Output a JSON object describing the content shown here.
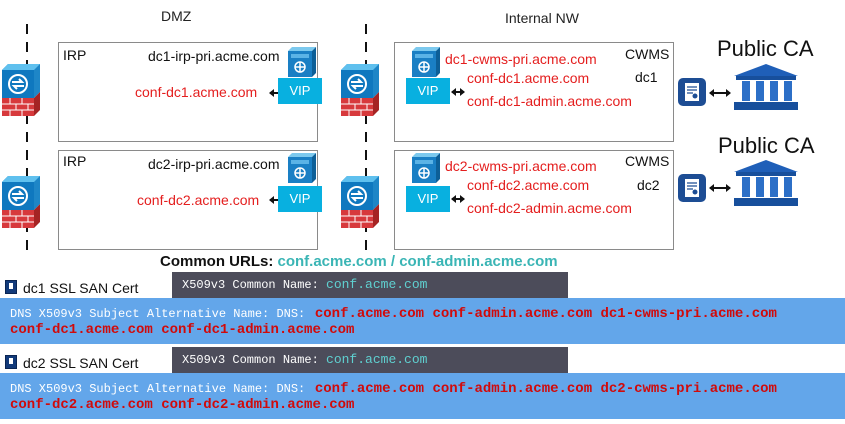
{
  "zones": {
    "dmz": "DMZ",
    "internal": "Internal NW"
  },
  "dc1": {
    "irp_label": "IRP",
    "irp_host": "dc1-irp-pri.acme.com",
    "irp_conf": "conf-dc1.acme.com",
    "irp_vip": "VIP",
    "cwms_label": "CWMS",
    "dc_label": "dc1",
    "cwms_host": "dc1-cwms-pri.acme.com",
    "cwms_conf": "conf-dc1.acme.com",
    "cwms_admin": "conf-dc1-admin.acme.com",
    "cwms_vip": "VIP",
    "ca": "Public CA"
  },
  "dc2": {
    "irp_label": "IRP",
    "irp_host": "dc2-irp-pri.acme.com",
    "irp_conf": "conf-dc2.acme.com",
    "irp_vip": "VIP",
    "cwms_label": "CWMS",
    "dc_label": "dc2",
    "cwms_host": "dc2-cwms-pri.acme.com",
    "cwms_conf": "conf-dc2.acme.com",
    "cwms_admin": "conf-dc2-admin.acme.com",
    "cwms_vip": "VIP",
    "ca": "Public CA"
  },
  "common": {
    "label": "Common URLs:",
    "urls": "conf.acme.com / conf-admin.acme.com"
  },
  "cert1": {
    "title": "dc1 SSL SAN Cert",
    "cn_prefix": "X509v3 Common Name:",
    "cn_value": "conf.acme.com",
    "san_prefix": "DNS X509v3 Subject Alternative Name: DNS:",
    "san_line1": "conf.acme.com conf-admin.acme.com dc1-cwms-pri.acme.com",
    "san_line2": "conf-dc1.acme.com conf-dc1-admin.acme.com"
  },
  "cert2": {
    "title": "dc2 SSL SAN Cert",
    "cn_prefix": "X509v3 Common Name:",
    "cn_value": "conf.acme.com",
    "san_prefix": "DNS X509v3 Subject Alternative Name: DNS:",
    "san_line1": "conf.acme.com conf-admin.acme.com dc2-cwms-pri.acme.com",
    "san_line2": "conf-dc2.acme.com conf-dc2-admin.acme.com"
  },
  "colors": {
    "accent_red": "#e41e1e",
    "vip_blue": "#08b0e0",
    "san_blue": "#63a6ea",
    "cn_gray": "#4c4c5a",
    "teal": "#3ab5b5"
  },
  "icons": [
    "firewall-icon",
    "server-icon",
    "certificate-icon",
    "bank-icon"
  ]
}
